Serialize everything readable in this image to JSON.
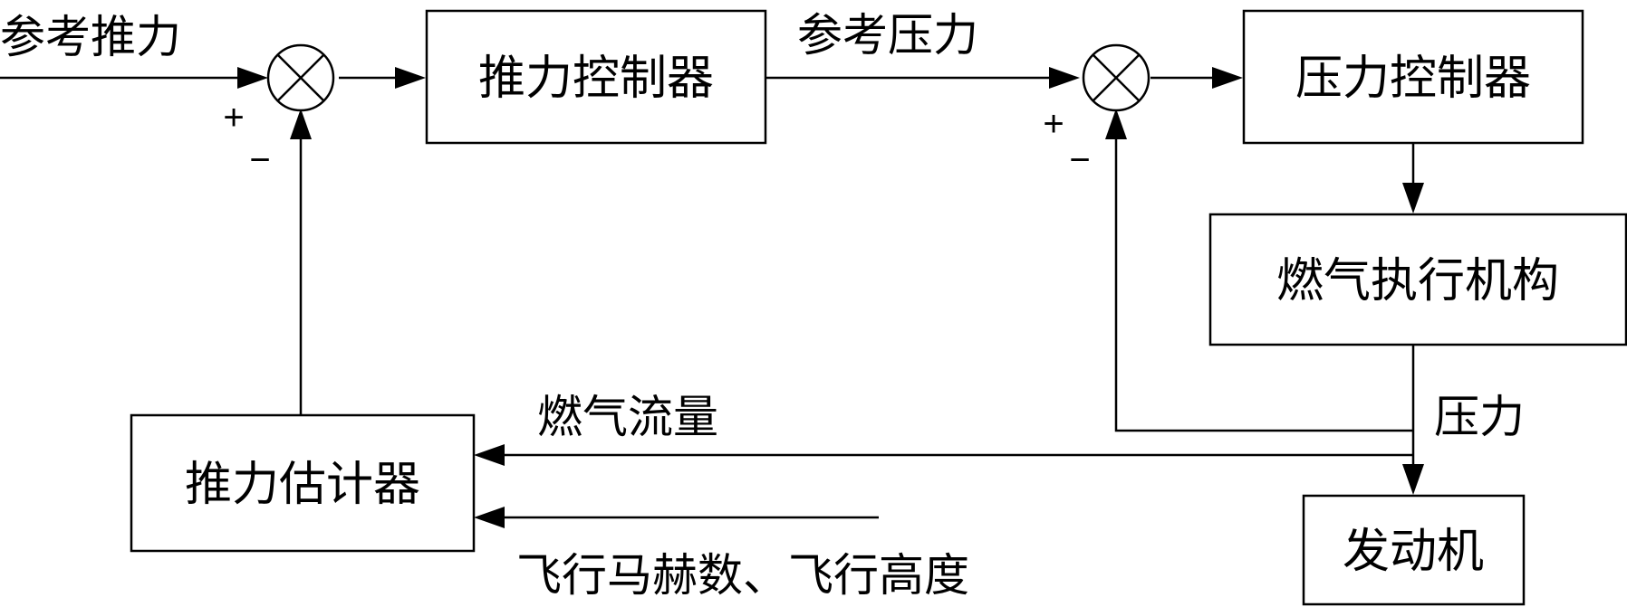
{
  "diagram": {
    "blocks": {
      "thrust_controller": "推力控制器",
      "pressure_controller": "压力控制器",
      "fuel_actuator": "燃气执行机构",
      "thrust_estimator": "推力估计器",
      "engine": "发动机"
    },
    "signals": {
      "ref_thrust": "参考推力",
      "ref_pressure": "参考压力",
      "gas_flow": "燃气流量",
      "pressure": "压力",
      "flight_conditions": "飞行马赫数、飞行高度"
    },
    "signs": {
      "plus": "+",
      "minus": "−"
    }
  }
}
